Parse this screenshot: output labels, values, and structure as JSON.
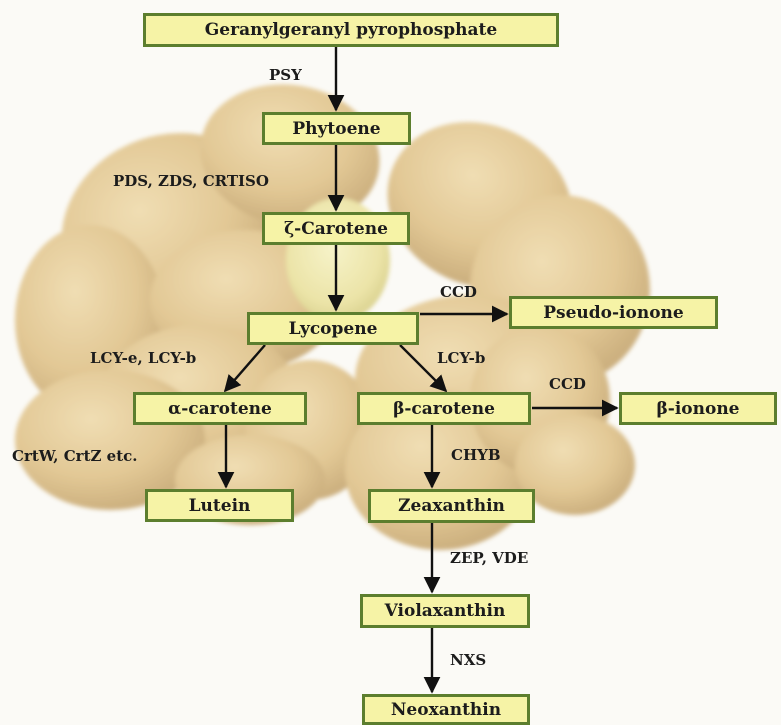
{
  "nodes": {
    "ggpp": "Geranylgeranyl pyrophosphate",
    "phytoene": "Phytoene",
    "zeta_carotene": "ζ-Carotene",
    "lycopene": "Lycopene",
    "pseudo_ionone": "Pseudo-ionone",
    "alpha_carotene": "α-carotene",
    "beta_carotene": "β-carotene",
    "beta_ionone": "β-ionone",
    "lutein": "Lutein",
    "zeaxanthin": "Zeaxanthin",
    "violaxanthin": "Violaxanthin",
    "neoxanthin": "Neoxanthin"
  },
  "enzymes": {
    "psy": "PSY",
    "pds_zds_crtiso": "PDS, ZDS, CRTISO",
    "ccd_pseudo": "CCD",
    "lcy_e_lcy_b": "LCY-e, LCY-b",
    "lcy_b": "LCY-b",
    "ccd_beta": "CCD",
    "crtw_crtz": "CrtW, CrtZ etc.",
    "chyb": "CHYB",
    "zep_vde": "ZEP, VDE",
    "nxs": "NXS"
  },
  "colors": {
    "box_fill": "#f6f3a6",
    "box_border": "#5c7e2e",
    "arrow": "#111111",
    "potato": "#d8b46c"
  },
  "background": "potato-pile-illustration"
}
